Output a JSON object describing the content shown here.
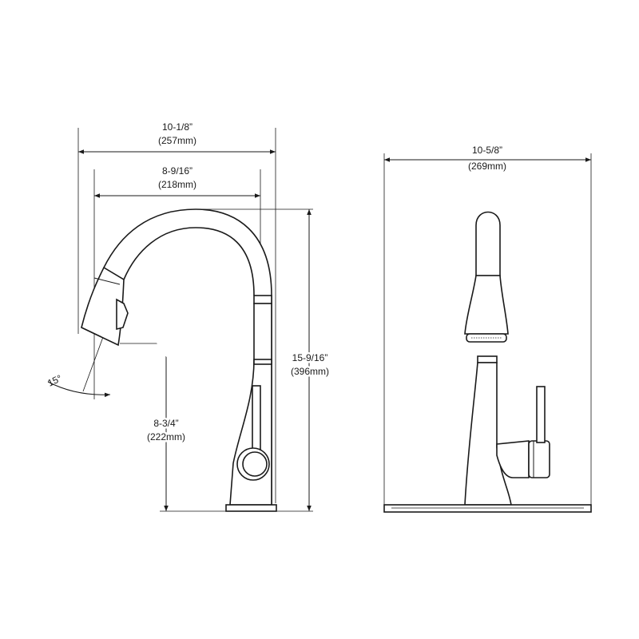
{
  "dimensions": {
    "side_overall_width": {
      "imperial": "10-1/8”",
      "metric": "(257mm)"
    },
    "side_reach": {
      "imperial": "8-9/16”",
      "metric": "(218mm)"
    },
    "side_height": {
      "imperial": "15-9/16”",
      "metric": "(396mm)"
    },
    "spout_clearance": {
      "imperial": "8-3/4”",
      "metric": "(222mm)"
    },
    "spray_angle": "15°",
    "front_width": {
      "imperial": "10-5/8”",
      "metric": "(269mm)"
    }
  }
}
